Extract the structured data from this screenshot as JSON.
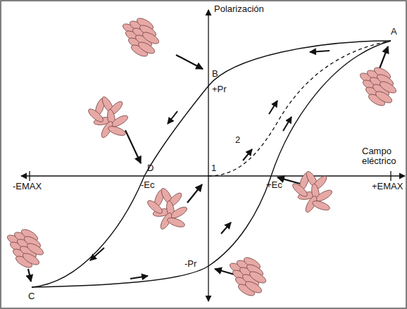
{
  "diagram": {
    "labels": [
      "Polarización",
      "Campo eléctrico",
      "A",
      "B",
      "+Pr",
      "D",
      "-Ec",
      "+Ec",
      "-Pr",
      "C",
      "-EMAX",
      "+EMAX",
      "1",
      "2"
    ]
  }
}
